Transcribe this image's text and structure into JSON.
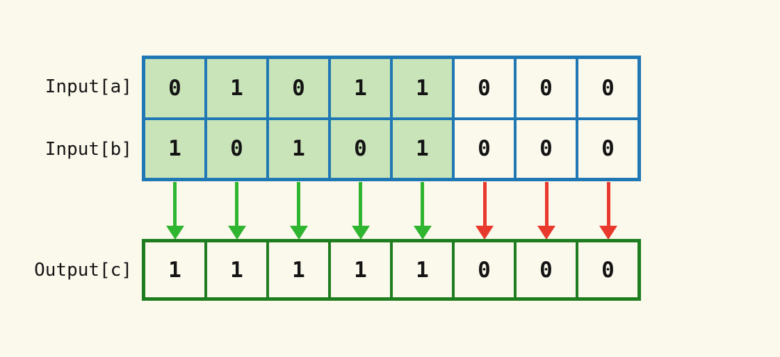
{
  "diagram": {
    "operation": "bitwise-or",
    "input_grid": {
      "rows": [
        {
          "id": "input_a",
          "label": "Input[a]",
          "values": [
            "0",
            "1",
            "0",
            "1",
            "1",
            "0",
            "0",
            "0"
          ]
        },
        {
          "id": "input_b",
          "label": "Input[b]",
          "values": [
            "1",
            "0",
            "1",
            "0",
            "1",
            "0",
            "0",
            "0"
          ]
        }
      ],
      "highlighted_columns": 5
    },
    "output_grid": {
      "rows": [
        {
          "id": "output_c",
          "label": "Output[c]",
          "values": [
            "1",
            "1",
            "1",
            "1",
            "1",
            "0",
            "0",
            "0"
          ]
        }
      ]
    },
    "arrows": [
      "green",
      "green",
      "green",
      "green",
      "green",
      "red",
      "red",
      "red"
    ],
    "colors": {
      "background": "#FBF8EC",
      "input_border_blue": "#1F77B4",
      "output_border_green": "#1E7D1E",
      "highlight_fill_green": "#C9E4B8",
      "plain_cell_fill": "#FBF8EC",
      "arrow_green": "#2FB52F",
      "arrow_red": "#E8392C",
      "text": "#141414"
    }
  }
}
